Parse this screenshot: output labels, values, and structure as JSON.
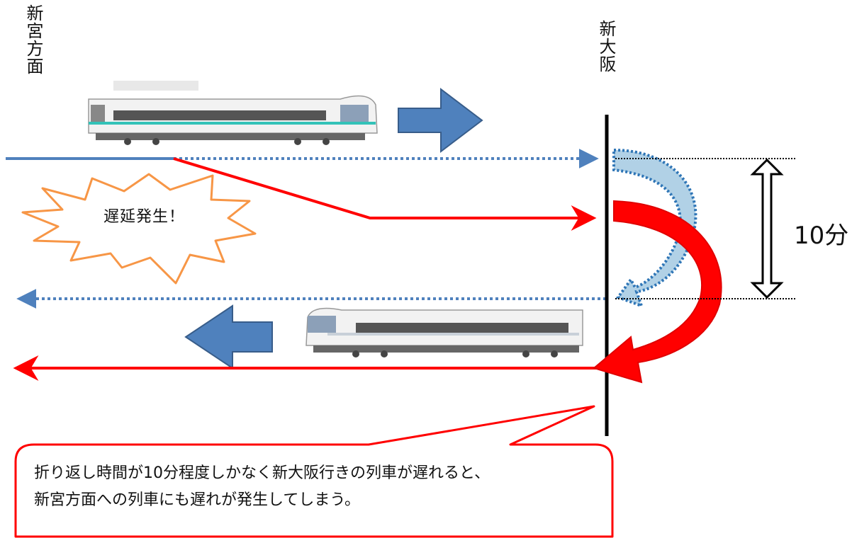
{
  "labels": {
    "origin_direction": "新宮方面",
    "terminal_station": "新大阪",
    "delay_burst": "遅延発生！",
    "turnaround_time": "10分"
  },
  "callout": {
    "line1": "折り返し時間が10分程度しかなく新大阪行きの列車が遅れると、",
    "line2": "新宮方面への列車にも遅れが発生してしまう。"
  },
  "colors": {
    "delay_red": "#ff0000",
    "schedule_blue": "#4f81bd",
    "schedule_blue_light": "#a9cce3",
    "burst_orange": "#f79646",
    "callout_border": "#ff0000"
  },
  "icons": [
    "train-icon",
    "arrow-right-icon",
    "arrow-left-icon",
    "starburst-icon",
    "double-arrow-icon"
  ]
}
